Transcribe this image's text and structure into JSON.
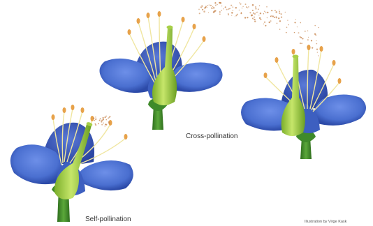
{
  "labels": {
    "cross_pollination": "Cross-pollination",
    "self_pollination": "Self-pollination",
    "credit": "Illustration by Virge Kask"
  },
  "colors": {
    "petal": "#4a6fd0",
    "petal_dark": "#2c4aa8",
    "pistil": "#9ccc3a",
    "stem": "#3f8a2a",
    "filament": "#f0e6a0",
    "anther": "#e7a24a",
    "pollen": "#c98a55"
  },
  "flowers": [
    {
      "id": "top-center",
      "name": "flower-top-center"
    },
    {
      "id": "right",
      "name": "flower-right"
    },
    {
      "id": "bottom-left",
      "name": "flower-bottom-left"
    }
  ]
}
